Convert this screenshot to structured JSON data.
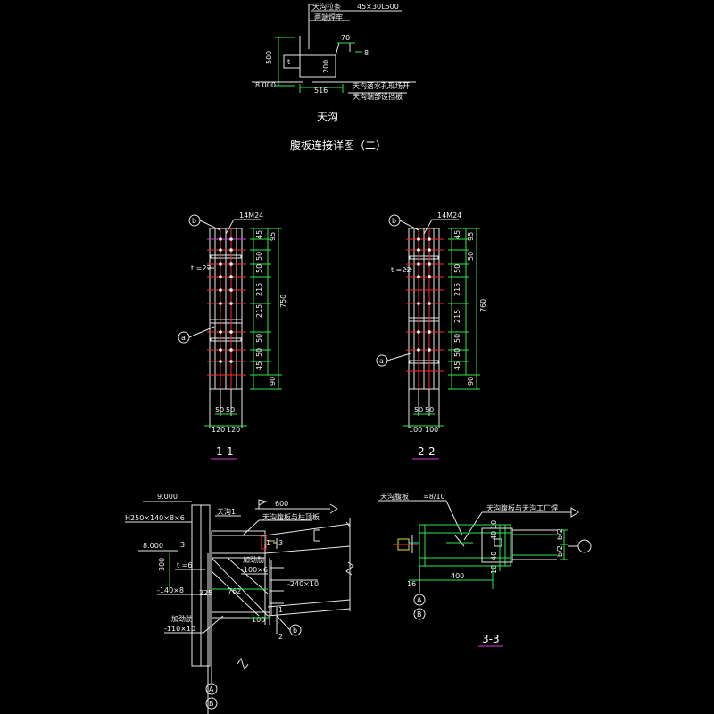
{
  "top_detail": {
    "label_tiangou_lajin": "天沟拉条",
    "dim_lajin": "45×30L500",
    "label_liangduan": "两端焊牢",
    "dim_70": "70",
    "dim_500": "500",
    "dim_8": "8",
    "dim_200": "200",
    "dim_t": "t",
    "elev_8000": "8.000",
    "dim_516": "516",
    "label_loushui": "天沟落水孔现场开",
    "label_duanbu": "天沟端部设挡板",
    "caption_tiangou": "天沟"
  },
  "main_title": "腹板连接详图（二）",
  "section_11": {
    "caption": "1-1",
    "bolt_label": "14M24",
    "circle_b": "b",
    "circle_a": "a",
    "plate_t": "t =22",
    "dims_right": [
      "45",
      "95",
      "50",
      "50",
      "215",
      "215",
      "50",
      "50",
      "45",
      "90"
    ],
    "dim_total": "750",
    "dim_50_a": "50",
    "dim_50_b": "50",
    "dim_120_a": "120",
    "dim_120_b": "120"
  },
  "section_22": {
    "caption": "2-2",
    "bolt_label": "14M24",
    "circle_b": "b",
    "circle_a": "a",
    "plate_t": "t =22",
    "dims_right": [
      "45",
      "95",
      "50",
      "50",
      "215",
      "215",
      "50",
      "50",
      "45",
      "90"
    ],
    "dim_total": "760",
    "dim_50_a": "50",
    "dim_50_b": "50",
    "dim_100_a": "100",
    "dim_100_b": "100"
  },
  "bottom_left": {
    "elev_9000": "9.000",
    "elev_8000": "8.000",
    "section_h": "H250×140×8×6",
    "label_tiangou1": "天沟1",
    "dim_600": "600",
    "label_fuban": "天沟腹板与柱顶板",
    "num_3": "3",
    "num_1": "1",
    "num_3b": "3",
    "num_2": "2",
    "jiajin1": "加劲肋",
    "jiajin1_dim": "-100×6",
    "plate_240": "-240×10",
    "dim_300": "300",
    "t6": "t =6",
    "plate_140": "-140×8",
    "dim_225": "225",
    "dim_762": "762",
    "dim_100": "100",
    "jiajin2": "加劲肋",
    "jiajin2_dim": "-110×10",
    "circle_b": "b",
    "axis_a": "A",
    "axis_b": "B"
  },
  "bottom_right": {
    "label_tiangou_fuban": "天沟腹板",
    "dim_eq10": "=8/10",
    "label_lianjie": "天沟腹板与天沟工厂焊",
    "dim_40a": "40",
    "dim_40b": "40",
    "dim_10a": "10",
    "dim_10b": "10",
    "dim_16": "16",
    "dim_400": "400",
    "dim_r1": "b/2",
    "dim_r2": "b/2",
    "axis_a": "A",
    "axis_b": "B",
    "caption": "3-3"
  }
}
